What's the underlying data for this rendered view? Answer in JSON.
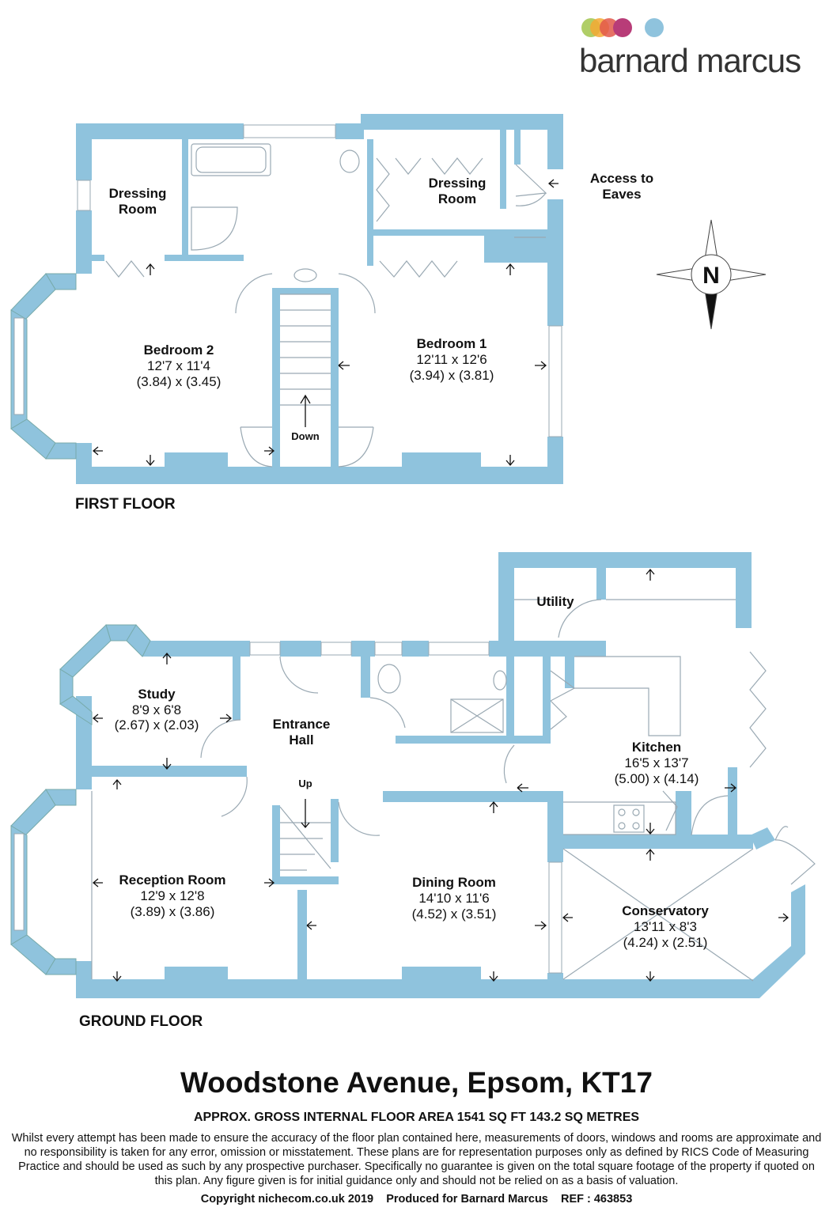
{
  "brand": {
    "name": "barnard marcus",
    "dot_colors": [
      "#a7c957",
      "#f4a934",
      "#e2584a",
      "#b83c78",
      "#8fc3dd"
    ]
  },
  "colors": {
    "wall": "#8fc3dd",
    "line": "#9aa9b3"
  },
  "compass": {
    "letter": "N"
  },
  "first_floor": {
    "label": "FIRST FLOOR",
    "dressing_room_left": {
      "line1": "Dressing",
      "line2": "Room"
    },
    "dressing_room_right": {
      "line1": "Dressing",
      "line2": "Room"
    },
    "access_eaves": {
      "line1": "Access to",
      "line2": "Eaves"
    },
    "bedroom2": {
      "name": "Bedroom 2",
      "imperial": "12'7 x 11'4",
      "metric": "(3.84) x (3.45)"
    },
    "bedroom1": {
      "name": "Bedroom 1",
      "imperial": "12'11 x 12'6",
      "metric": "(3.94) x (3.81)"
    },
    "stairs_label": "Down"
  },
  "ground_floor": {
    "label": "GROUND FLOOR",
    "utility": "Utility",
    "study": {
      "name": "Study",
      "imperial": "8'9 x 6'8",
      "metric": "(2.67) x (2.03)"
    },
    "entrance_hall": {
      "line1": "Entrance",
      "line2": "Hall"
    },
    "kitchen": {
      "name": "Kitchen",
      "imperial": "16'5 x 13'7",
      "metric": "(5.00) x (4.14)"
    },
    "stairs_label": "Up",
    "reception": {
      "name": "Reception Room",
      "imperial": "12'9 x 12'8",
      "metric": "(3.89) x (3.86)"
    },
    "dining": {
      "name": "Dining Room",
      "imperial": "14'10 x 11'6",
      "metric": "(4.52) x (3.51)"
    },
    "conservatory": {
      "name": "Conservatory",
      "imperial": "13'11 x 8'3",
      "metric": "(4.24) x (2.51)"
    }
  },
  "footer": {
    "title": "Woodstone Avenue, Epsom, KT17",
    "area": "APPROX. GROSS INTERNAL FLOOR AREA 1541 SQ FT 143.2 SQ METRES",
    "disclaimer": "Whilst every attempt has been made to ensure the accuracy of the floor plan contained here, measurements of doors, windows and rooms are approximate and no responsibility is taken for any error, omission or misstatement. These plans are for representation purposes only as defined by RICS Code of Measuring Practice and should be used as such by any prospective purchaser.  Specifically no guarantee is given on the total square footage of the property if quoted on this plan. Any figure given is for initial guidance only and should not be relied on as a basis of valuation.",
    "copyright": "Copyright nichecom.co.uk 2019    Produced for Barnard Marcus    REF : 463853"
  }
}
